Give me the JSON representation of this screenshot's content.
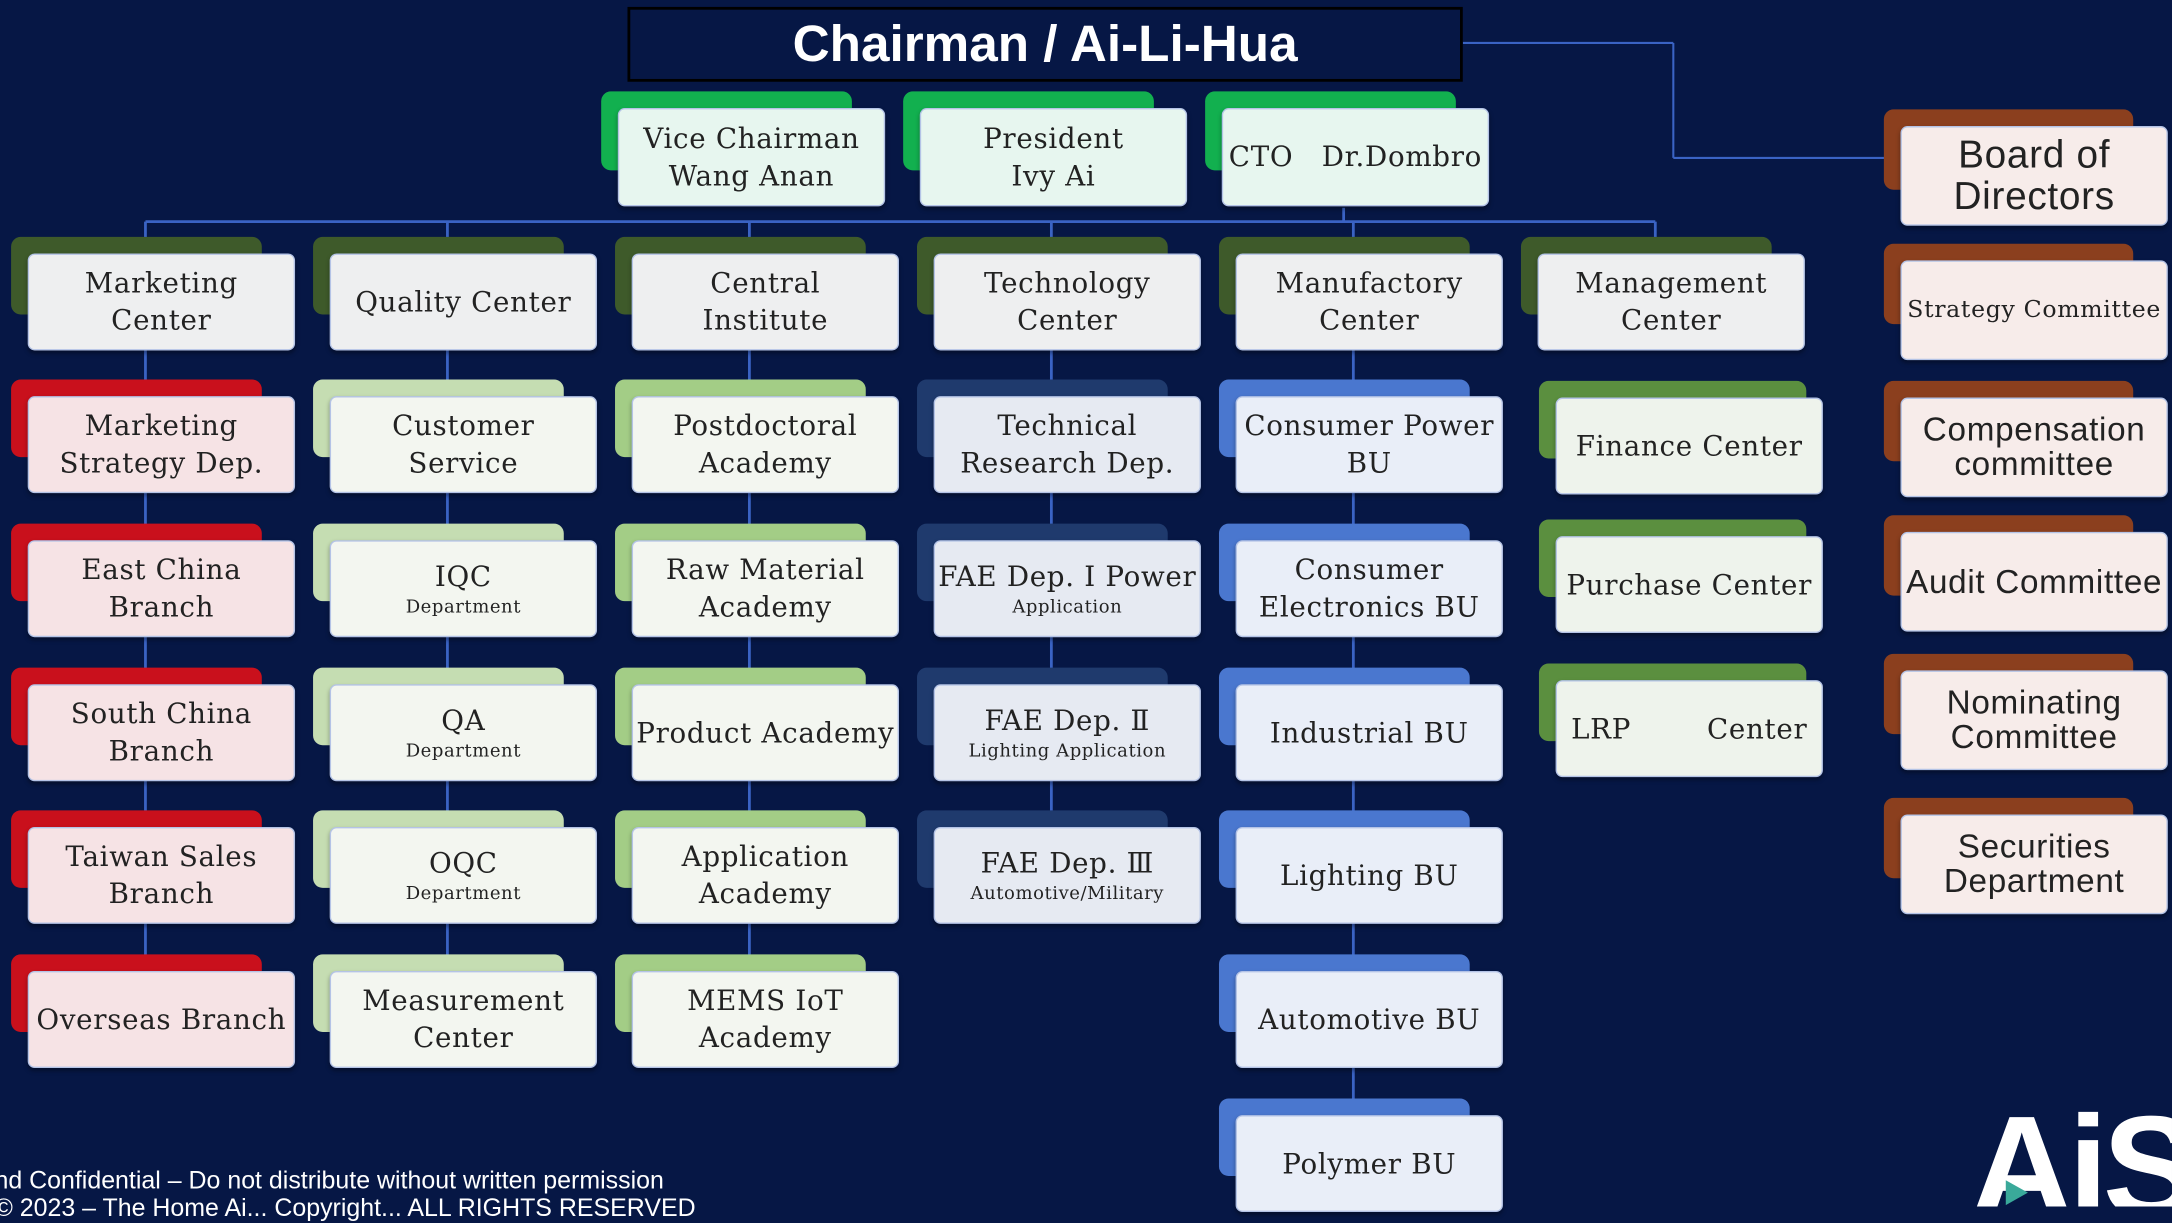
{
  "title": "Chairman / Ai-Li-Hua",
  "colors": {
    "background": "#061745",
    "line": "#3a63c4",
    "executive_back": "#12b04f",
    "executive_front": "#e7f6ef",
    "marketing_back": "#c9101c",
    "marketing_front": "#f6e3e5",
    "center_back": "#3e5a2a",
    "center_front": "#eeeff0",
    "quality_back": "#c5ddb2",
    "academy_back": "#a3cd86",
    "light_front": "#f3f6f0",
    "technology_back": "#1f3a6d",
    "technology_front": "#e6eaf2",
    "manufactory_back": "#4a77cf",
    "manufactory_front": "#e9eef8",
    "management_back": "#5b8f3f",
    "management_front": "#eef3ec",
    "board_back": "#8b3f1e",
    "board_front": "#f7ecea"
  },
  "executives": [
    {
      "lines": [
        "Vice Chairman",
        "Wang Anan"
      ]
    },
    {
      "lines": [
        "President",
        "Ivy Ai"
      ]
    },
    {
      "lines": [
        "CTO   Dr.Dombro"
      ]
    }
  ],
  "columns": [
    {
      "head": [
        "Marketing",
        "Center"
      ],
      "items": [
        {
          "lines": [
            "Marketing",
            "Strategy Dep."
          ]
        },
        {
          "lines": [
            "East China",
            "Branch"
          ]
        },
        {
          "lines": [
            "South China",
            "Branch"
          ]
        },
        {
          "lines": [
            "Taiwan Sales",
            "Branch"
          ]
        },
        {
          "lines": [
            "Overseas Branch"
          ]
        }
      ]
    },
    {
      "head": [
        "Quality Center"
      ],
      "items": [
        {
          "lines": [
            "Customer",
            "Service"
          ]
        },
        {
          "lines": [
            "IQC"
          ],
          "sub": "Department"
        },
        {
          "lines": [
            "QA"
          ],
          "sub": "Department"
        },
        {
          "lines": [
            "OQC"
          ],
          "sub": "Department"
        },
        {
          "lines": [
            "Measurement",
            "Center"
          ]
        }
      ]
    },
    {
      "head": [
        "Central",
        "Institute"
      ],
      "items": [
        {
          "lines": [
            "Postdoctoral",
            "Academy"
          ]
        },
        {
          "lines": [
            "Raw Material",
            "Academy"
          ]
        },
        {
          "lines": [
            "Product Academy"
          ]
        },
        {
          "lines": [
            "Application",
            "Academy"
          ]
        },
        {
          "lines": [
            "MEMS IoT",
            "Academy"
          ]
        }
      ]
    },
    {
      "head": [
        "Technology",
        "Center"
      ],
      "items": [
        {
          "lines": [
            "Technical",
            "Research Dep."
          ]
        },
        {
          "lines": [
            "FAE Dep. Ⅰ Power"
          ],
          "sub": "Application"
        },
        {
          "lines": [
            "FAE Dep. Ⅱ"
          ],
          "sub": "Lighting Application"
        },
        {
          "lines": [
            "FAE Dep. Ⅲ"
          ],
          "sub": "Automotive/Military"
        }
      ]
    },
    {
      "head": [
        "Manufactory",
        "Center"
      ],
      "items": [
        {
          "lines": [
            "Consumer Power",
            "BU"
          ]
        },
        {
          "lines": [
            "Consumer",
            "Electronics BU"
          ]
        },
        {
          "lines": [
            "Industrial BU"
          ]
        },
        {
          "lines": [
            "Lighting BU"
          ]
        },
        {
          "lines": [
            "Automotive BU"
          ]
        },
        {
          "lines": [
            "Polymer BU"
          ]
        }
      ]
    },
    {
      "head": [
        "Management",
        "Center"
      ],
      "items": [
        {
          "lines": [
            "Finance Center"
          ]
        },
        {
          "lines": [
            "Purchase Center"
          ]
        },
        {
          "lines": [
            "LRP        Center"
          ]
        }
      ]
    }
  ],
  "board": [
    {
      "lines": [
        "Board of",
        "Directors"
      ]
    },
    {
      "lines": [
        "Strategy Committee"
      ]
    },
    {
      "lines": [
        "Compensation",
        "committee"
      ]
    },
    {
      "lines": [
        "Audit Committee"
      ]
    },
    {
      "lines": [
        "Nominating",
        "Committee"
      ]
    },
    {
      "lines": [
        "Securities",
        "Department"
      ]
    }
  ],
  "footer": {
    "line1": "nd Confidential – Do not distribute without written permission",
    "line2": "© 2023 – The Home Ai... Copyright... ALL RIGHTS RESERVED"
  },
  "logo": {
    "text": "AiS"
  }
}
